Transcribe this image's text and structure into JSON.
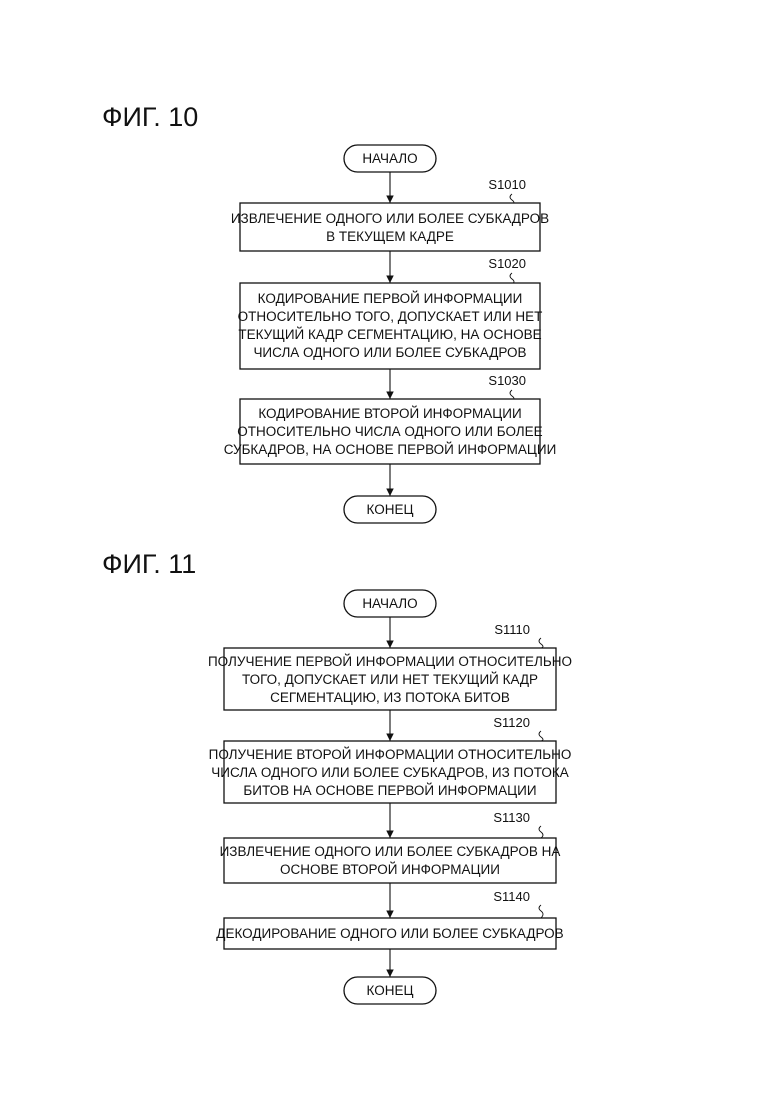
{
  "figures": [
    {
      "title": "ФИГ. 10",
      "start": "НАЧАЛО",
      "end": "КОНЕЦ",
      "steps": [
        {
          "id": "S1010",
          "lines": [
            "ИЗВЛЕЧЕНИЕ ОДНОГО ИЛИ БОЛЕЕ СУБКАДРОВ",
            "В ТЕКУЩЕМ КАДРЕ"
          ]
        },
        {
          "id": "S1020",
          "lines": [
            "КОДИРОВАНИЕ ПЕРВОЙ ИНФОРМАЦИИ",
            "ОТНОСИТЕЛЬНО ТОГО, ДОПУСКАЕТ ИЛИ НЕТ",
            "ТЕКУЩИЙ КАДР СЕГМЕНТАЦИЮ, НА ОСНОВЕ",
            "ЧИСЛА ОДНОГО ИЛИ БОЛЕЕ СУБКАДРОВ"
          ]
        },
        {
          "id": "S1030",
          "lines": [
            "КОДИРОВАНИЕ ВТОРОЙ ИНФОРМАЦИИ",
            "ОТНОСИТЕЛЬНО ЧИСЛА ОДНОГО ИЛИ БОЛЕЕ",
            "СУБКАДРОВ, НА ОСНОВЕ ПЕРВОЙ ИНФОРМАЦИИ"
          ]
        }
      ]
    },
    {
      "title": "ФИГ. 11",
      "start": "НАЧАЛО",
      "end": "КОНЕЦ",
      "steps": [
        {
          "id": "S1110",
          "lines": [
            "ПОЛУЧЕНИЕ ПЕРВОЙ ИНФОРМАЦИИ ОТНОСИТЕЛЬНО",
            "ТОГО, ДОПУСКАЕТ ИЛИ НЕТ ТЕКУЩИЙ КАДР",
            "СЕГМЕНТАЦИЮ, ИЗ ПОТОКА БИТОВ"
          ]
        },
        {
          "id": "S1120",
          "lines": [
            "ПОЛУЧЕНИЕ ВТОРОЙ ИНФОРМАЦИИ ОТНОСИТЕЛЬНО",
            "ЧИСЛА ОДНОГО ИЛИ БОЛЕЕ СУБКАДРОВ, ИЗ ПОТОКА",
            "БИТОВ НА ОСНОВЕ ПЕРВОЙ ИНФОРМАЦИИ"
          ]
        },
        {
          "id": "S1130",
          "lines": [
            "ИЗВЛЕЧЕНИЕ ОДНОГО ИЛИ БОЛЕЕ СУБКАДРОВ НА",
            "ОСНОВЕ ВТОРОЙ ИНФОРМАЦИИ"
          ]
        },
        {
          "id": "S1140",
          "lines": [
            "ДЕКОДИРОВАНИЕ ОДНОГО ИЛИ БОЛЕЕ СУБКАДРОВ"
          ]
        }
      ]
    }
  ]
}
